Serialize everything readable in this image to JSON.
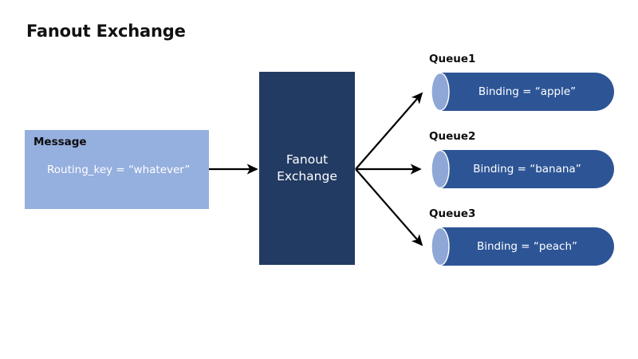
{
  "page": {
    "title": "Fanout Exchange",
    "background_color": "#ffffff"
  },
  "message": {
    "heading": "Message",
    "routing_key_text": "Routing_key = “whatever”",
    "fill_color": "#95AFDE",
    "heading_color": "#0d0d0d",
    "body_color": "#ffffff"
  },
  "exchange": {
    "label": "Fanout\nExchange",
    "fill_color": "#223B63",
    "text_color": "#ffffff"
  },
  "queues": [
    {
      "name": "Queue1",
      "binding_text": "Binding = “apple”",
      "body_color": "#2D5596",
      "cap_color": "#8EA7D6"
    },
    {
      "name": "Queue2",
      "binding_text": "Binding = “banana”",
      "body_color": "#2D5596",
      "cap_color": "#8EA7D6"
    },
    {
      "name": "Queue3",
      "binding_text": "Binding = “peach”",
      "body_color": "#2D5596",
      "cap_color": "#8EA7D6"
    }
  ],
  "arrows": {
    "color": "#000000",
    "message_to_exchange": "message-to-exchange-arrow",
    "exchange_to_queue_1": "exchange-to-queue1-arrow",
    "exchange_to_queue_2": "exchange-to-queue2-arrow",
    "exchange_to_queue_3": "exchange-to-queue3-arrow"
  }
}
